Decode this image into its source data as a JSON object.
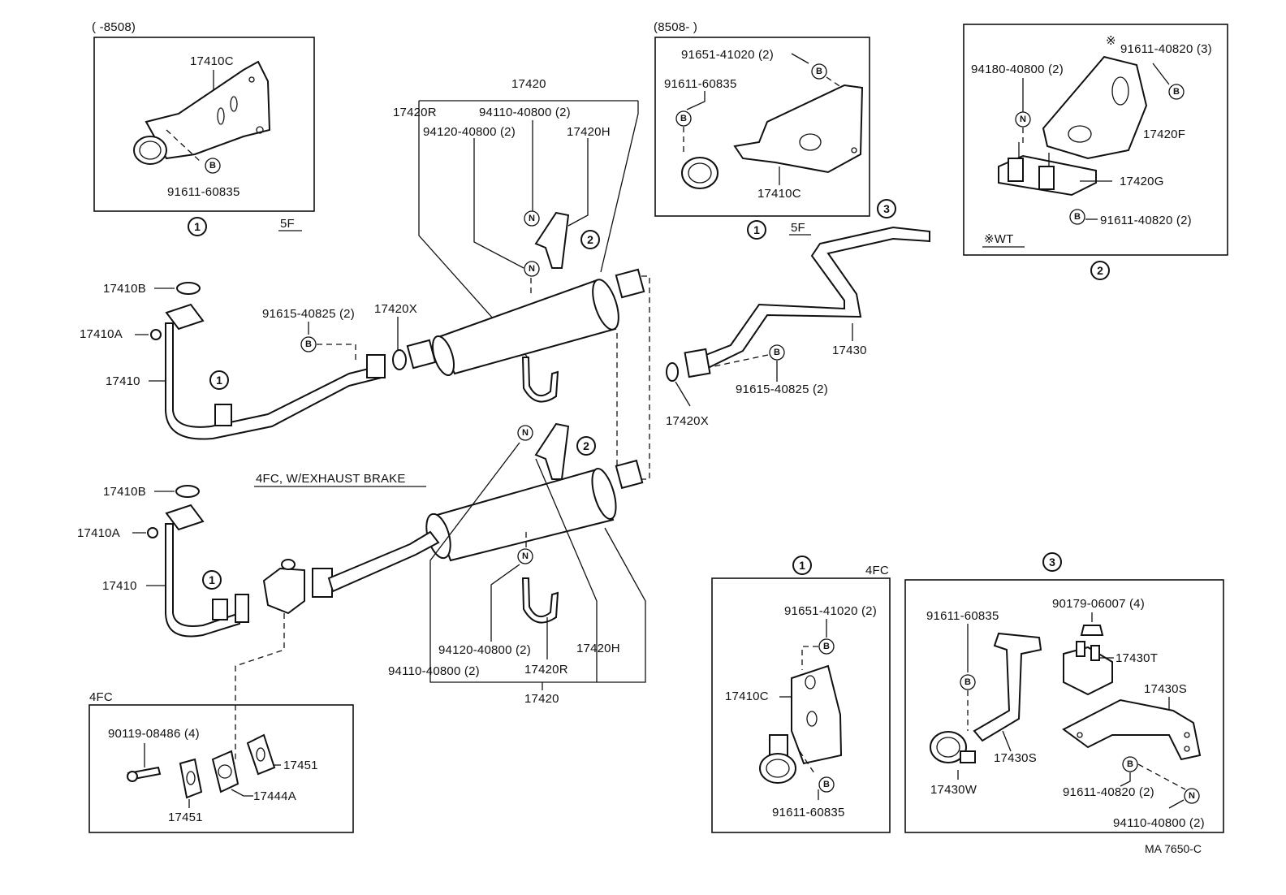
{
  "top_left_box": {
    "range": "(      -8508)",
    "part_bracket": "17410C",
    "bolt_marker": "B",
    "bolt_part": "91611-60835",
    "callout": "1",
    "engine": "5F"
  },
  "top_mid_box": {
    "range": "(8508-        )",
    "bolt1": "91651-41020 (2)",
    "bolt1_marker": "B",
    "bolt2": "91611-60835",
    "bolt2_marker": "B",
    "part_bracket": "17410C",
    "callout": "1",
    "engine": "5F"
  },
  "top_right_box": {
    "nut_part": "94180-40800 (2)",
    "nut_marker": "N",
    "bolt_top": "91611-40820 (3)",
    "bolt_top_marker": "B",
    "star": "※",
    "bracket": "17420F",
    "mount": "17420G",
    "bolt_bottom_marker": "B",
    "bolt_bottom": "91611-40820 (2)",
    "note": "※WT",
    "callout": "2"
  },
  "main_upper": {
    "assy": "17420",
    "muffler_r": "17420R",
    "nut_a": "94110-40800 (2)",
    "nut_b": "94120-40800 (2)",
    "muffler_h": "17420H",
    "n_marker": "N",
    "callout_2": "2",
    "gasket_b": "17410B",
    "nut_a_part": "17410A",
    "pipe": "17410",
    "callout_1": "1",
    "bolt": "91615-40825 (2)",
    "bolt_marker": "B",
    "gasket_x": "17420X",
    "callout_3": "3",
    "tail_pipe": "17430",
    "bolt2": "91615-40825 (2)",
    "bolt2_marker": "B",
    "gasket_x2": "17420X"
  },
  "main_lower": {
    "variant": "4FC, W/EXHAUST BRAKE",
    "gasket_b": "17410B",
    "nut_a_part": "17410A",
    "pipe": "17410",
    "callout_1": "1",
    "callout_2": "2",
    "n_marker": "N",
    "nut_b": "94120-40800 (2)",
    "nut_a": "94110-40800 (2)",
    "muffler_h": "17420H",
    "muffler_r": "17420R",
    "assy": "17420"
  },
  "bottom_left_box": {
    "engine": "4FC",
    "bolt": "90119-08486 (4)",
    "gasket1": "17451",
    "brake_body": "17444A",
    "gasket2": "17451"
  },
  "bottom_mid_box": {
    "callout": "1",
    "engine": "4FC",
    "bolt1": "91651-41020 (2)",
    "bolt1_marker": "B",
    "bracket": "17410C",
    "bolt2_marker": "B",
    "bolt2": "91611-60835"
  },
  "bottom_right_box": {
    "callout": "3",
    "bolt_a": "91611-60835",
    "bolt_a_marker": "B",
    "nut": "90179-06007 (4)",
    "mount": "17430T",
    "bracket_s1": "17430S",
    "bracket_s2": "17430S",
    "clamp": "17430W",
    "bolt_b_marker": "B",
    "bolt_b": "91611-40820 (2)",
    "nut_n_marker": "N",
    "nut_n": "94110-40800 (2)"
  },
  "footer": {
    "code": "MA 7650-C"
  }
}
